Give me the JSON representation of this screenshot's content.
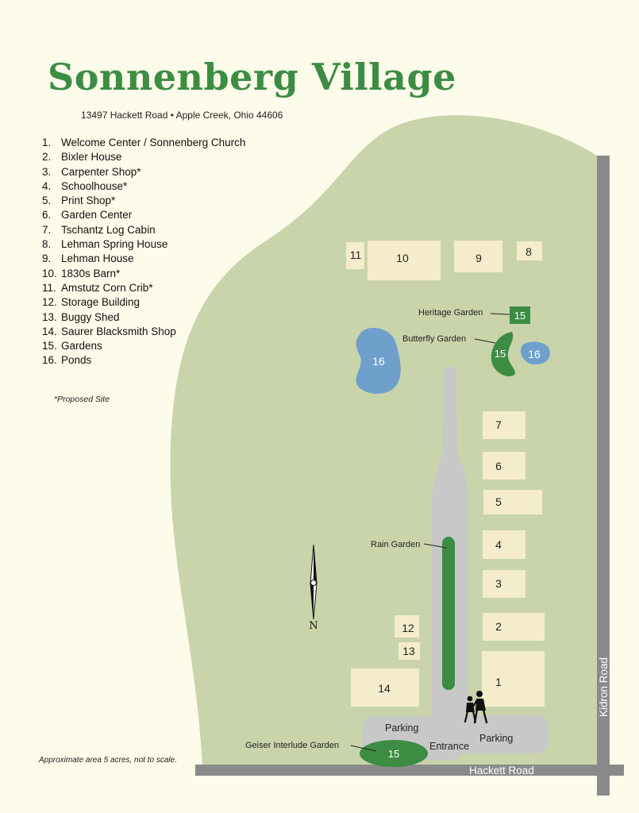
{
  "header": {
    "title": "Sonnenberg Village",
    "address": "13497 Hackett Road • Apple Creek, Ohio 44606"
  },
  "legend": [
    {
      "num": "1.",
      "label": "Welcome Center / Sonnenberg Church"
    },
    {
      "num": "2.",
      "label": "Bixler House"
    },
    {
      "num": "3.",
      "label": "Carpenter Shop*"
    },
    {
      "num": "4.",
      "label": "Schoolhouse*"
    },
    {
      "num": "5.",
      "label": "Print Shop*"
    },
    {
      "num": "6.",
      "label": "Garden Center"
    },
    {
      "num": "7.",
      "label": "Tschantz Log Cabin"
    },
    {
      "num": "8.",
      "label": "Lehman Spring House"
    },
    {
      "num": "9.",
      "label": "Lehman House"
    },
    {
      "num": "10.",
      "label": "1830s Barn*"
    },
    {
      "num": "11.",
      "label": "Amstutz Corn Crib*"
    },
    {
      "num": "12.",
      "label": "Storage Building"
    },
    {
      "num": "13.",
      "label": "Buggy Shed"
    },
    {
      "num": "14.",
      "label": "Saurer Blacksmith Shop"
    },
    {
      "num": "15.",
      "label": "Gardens"
    },
    {
      "num": "16.",
      "label": "Ponds"
    }
  ],
  "notes": {
    "proposed": "*Proposed Site",
    "approx": "Approximate area 5 acres, not to scale."
  },
  "map": {
    "compass_label": "N",
    "roads": {
      "hackett": "Hackett Road",
      "kidron": "Kidron Road"
    },
    "buildings": [
      "1",
      "2",
      "3",
      "4",
      "5",
      "6",
      "7",
      "8",
      "9",
      "10",
      "11",
      "12",
      "13",
      "14"
    ],
    "garden_number": "15",
    "pond_number": "16",
    "labels": {
      "heritage_garden": "Heritage Garden",
      "butterfly_garden": "Butterfly Garden",
      "rain_garden": "Rain Garden",
      "geiser_garden": "Geiser Interlude Garden",
      "parking_left": "Parking",
      "parking_right": "Parking",
      "entrance": "Entrance"
    },
    "colors": {
      "background": "#fdfbea",
      "grounds": "#cad4ab",
      "building": "#f4eccb",
      "garden": "#3c8d43",
      "pond": "#6fa0cb",
      "road": "#8a8a8a",
      "path": "#c8c8c8",
      "title": "#3c8d43"
    }
  }
}
